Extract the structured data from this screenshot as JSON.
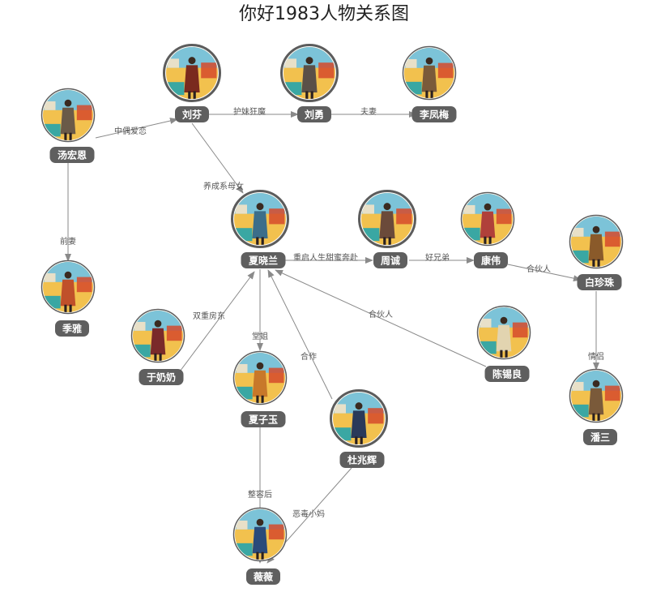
{
  "title": "你好1983人物关系图",
  "colors": {
    "edge": "#8a8a8a",
    "pill": "#5f5f5f",
    "ring": "#5c5c5c",
    "poster_bg": "#f2c14e",
    "poster_sky": "#7cc3d8",
    "poster_red": "#d64a2b",
    "poster_teal": "#3aa7a3"
  },
  "nodes": [
    {
      "id": "liufen",
      "name": "刘芬",
      "outfit": "#7a2a1e",
      "large": true
    },
    {
      "id": "liuyong",
      "name": "刘勇",
      "outfit": "#5a5048",
      "large": true
    },
    {
      "id": "lifengmei",
      "name": "李凤梅",
      "outfit": "#7a5a3a",
      "large": false
    },
    {
      "id": "tanghongen",
      "name": "汤宏恩",
      "outfit": "#6a5a48",
      "large": false
    },
    {
      "id": "jiya",
      "name": "季雅",
      "outfit": "#c0502a",
      "large": false
    },
    {
      "id": "xiaxiaolan",
      "name": "夏晓兰",
      "outfit": "#3c6e8a",
      "large": true
    },
    {
      "id": "zhoucheng",
      "name": "周诚",
      "outfit": "#6b4a3a",
      "large": true
    },
    {
      "id": "kangwei",
      "name": "康伟",
      "outfit": "#b0403a",
      "large": false
    },
    {
      "id": "baizhenzhu",
      "name": "白珍珠",
      "outfit": "#8a5a2a",
      "large": false
    },
    {
      "id": "chenxiliang",
      "name": "陈锡良",
      "outfit": "#e2d4b0",
      "large": false
    },
    {
      "id": "yunainai",
      "name": "于奶奶",
      "outfit": "#7a2a2a",
      "large": false
    },
    {
      "id": "xiaziyu",
      "name": "夏子玉",
      "outfit": "#c8782a",
      "large": false
    },
    {
      "id": "duzhaohui",
      "name": "杜兆辉",
      "outfit": "#2a3a5a",
      "large": true
    },
    {
      "id": "pansan",
      "name": "潘三",
      "outfit": "#7a5a3a",
      "large": false
    },
    {
      "id": "weiwei",
      "name": "薇薇",
      "outfit": "#2a4a7a",
      "large": false
    }
  ],
  "edges": [
    {
      "from": "tanghongen",
      "to": "liufen",
      "label": "中偶爱恋"
    },
    {
      "from": "liufen",
      "to": "liuyong",
      "label": "护妹狂魔"
    },
    {
      "from": "liuyong",
      "to": "lifengmei",
      "label": "夫妻"
    },
    {
      "from": "tanghongen",
      "to": "jiya",
      "label": "前妻"
    },
    {
      "from": "liufen",
      "to": "xiaxiaolan",
      "label": "养成系母女"
    },
    {
      "from": "xiaxiaolan",
      "to": "zhoucheng",
      "label": "重启人生甜蜜奔赴"
    },
    {
      "from": "zhoucheng",
      "to": "kangwei",
      "label": "好兄弟"
    },
    {
      "from": "kangwei",
      "to": "baizhenzhu",
      "label": "合伙人"
    },
    {
      "from": "chenxiliang",
      "to": "xiaxiaolan",
      "label": "合伙人"
    },
    {
      "from": "yunainai",
      "to": "xiaxiaolan",
      "label": "双重房东"
    },
    {
      "from": "xiaxiaolan",
      "to": "xiaziyu",
      "label": "堂姐"
    },
    {
      "from": "duzhaohui",
      "to": "xiaxiaolan",
      "label": "合作"
    },
    {
      "from": "baizhenzhu",
      "to": "pansan",
      "label": "情侣"
    },
    {
      "from": "xiaziyu",
      "to": "weiwei",
      "label": "整容后"
    },
    {
      "from": "duzhaohui",
      "to": "weiwei",
      "label": "恶毒小妈"
    }
  ]
}
